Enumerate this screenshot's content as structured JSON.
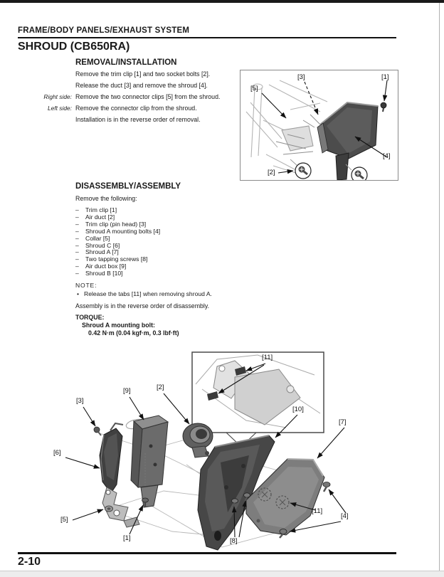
{
  "page": {
    "header": "FRAME/BODY PANELS/EXHAUST SYSTEM",
    "title": "SHROUD (CB650RA)",
    "page_number": "2-10"
  },
  "removal": {
    "heading": "REMOVAL/INSTALLATION",
    "line1": "Remove the trim clip [1] and two socket bolts [2].",
    "line2": "Release the duct [3] and remove the shroud [4].",
    "right_side_label": "Right side:",
    "line3": "Remove the two connector clips [5] from the shroud.",
    "left_side_label": "Left side:",
    "line4": "Remove the connector clip from the shroud.",
    "line5": "Installation is in the reverse order of removal."
  },
  "disassembly": {
    "heading": "DISASSEMBLY/ASSEMBLY",
    "intro": "Remove the following:",
    "bullet_char": "–",
    "items": [
      "Trim clip [1]",
      "Air duct [2]",
      "Trim clip (pin head) [3]",
      "Shroud A mounting bolts [4]",
      "Collar [5]",
      "Shroud C [6]",
      "Shroud A [7]",
      "Two tapping screws [8]",
      "Air duct box [9]",
      "Shroud B [10]"
    ],
    "note_label": "NOTE:",
    "note_bullet": "•",
    "note_text": "Release the tabs [11] when removing shroud A.",
    "assembly_text": "Assembly is in the reverse order of disassembly.",
    "torque_label": "TORQUE:",
    "torque_item_label": "Shroud A mounting bolt:",
    "torque_value": "0.42 N·m (0.04 kgf·m, 0.3 lbf·ft)"
  },
  "diagram_removal": {
    "labels": {
      "l3": "[3]",
      "l1": "[1]",
      "l5": "[5]",
      "l4": "[4]",
      "l2": "[2]"
    }
  },
  "diagram_disassembly": {
    "labels": {
      "l11_inset": "[11]",
      "l2": "[2]",
      "l9": "[9]",
      "l3": "[3]",
      "l10": "[10]",
      "l7": "[7]",
      "l6": "[6]",
      "l5": "[5]",
      "l1": "[1]",
      "l8": "[8]",
      "l11": "[11]",
      "l4": "[4]"
    }
  }
}
